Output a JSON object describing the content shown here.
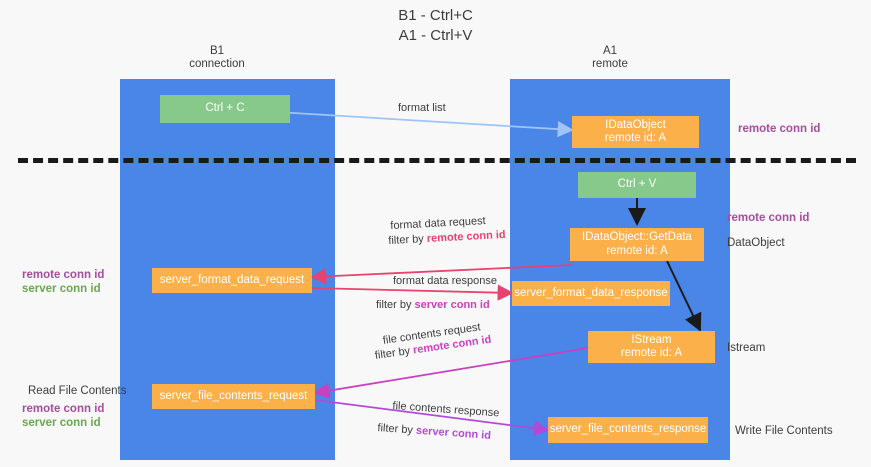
{
  "title": {
    "line1": "B1 - Ctrl+C",
    "line2": "A1 - Ctrl+V"
  },
  "columns": [
    {
      "id": "b1",
      "name": "B1",
      "role": "connection"
    },
    {
      "id": "a1",
      "name": "A1",
      "role": "remote"
    }
  ],
  "nodes": {
    "ctrl_c": {
      "label": "Ctrl + C"
    },
    "idataobject": {
      "line1": "IDataObject",
      "line2": "remote id: A"
    },
    "ctrl_v": {
      "label": "Ctrl + V"
    },
    "getdata": {
      "line1": "IDataObject::GetData",
      "line2": "remote id: A"
    },
    "server_format_data_request": {
      "label": "server_format_data_request"
    },
    "server_format_data_response": {
      "label": "server_format_data_response"
    },
    "istream": {
      "line1": "IStream",
      "line2": "remote id: A"
    },
    "server_file_contents_request": {
      "label": "server_file_contents_request"
    },
    "server_file_contents_response": {
      "label": "server_file_contents_response"
    }
  },
  "edges": {
    "format_list": {
      "label": "format list"
    },
    "format_data_request": {
      "label": "format data request",
      "filter_prefix": "filter by ",
      "filter_key": "remote conn id"
    },
    "format_data_response": {
      "label": "format data response",
      "filter_prefix": "filter by ",
      "filter_key": "server conn id"
    },
    "file_contents_request": {
      "label": "file contents request",
      "filter_prefix": "filter by ",
      "filter_key": "remote conn id"
    },
    "file_contents_response": {
      "label": "file contents response",
      "filter_prefix": "filter by ",
      "filter_key": "server conn id"
    }
  },
  "annotations": {
    "right_top_conn": "remote conn id",
    "right_mid_conn": "remote conn id",
    "dataobject": "DataObject",
    "istream": "Istream",
    "write_file_contents": "Write File Contents",
    "read_file_contents": "Read File Contents",
    "left_mid_remote": "remote conn id",
    "left_mid_server": "server conn id",
    "left_bottom_remote": "remote conn id",
    "left_bottom_server": "server conn id"
  },
  "colors": {
    "lane": "#4a86e8",
    "green_box": "#86c98a",
    "orange_box": "#fbb04a",
    "purple_text": "#a64d9e",
    "green_text": "#6aa84f",
    "pink_arrow": "#e8426e",
    "magenta_arrow": "#cc3fbe",
    "blue_arrow": "#9fc5f8",
    "background": "#f8f8f8"
  }
}
